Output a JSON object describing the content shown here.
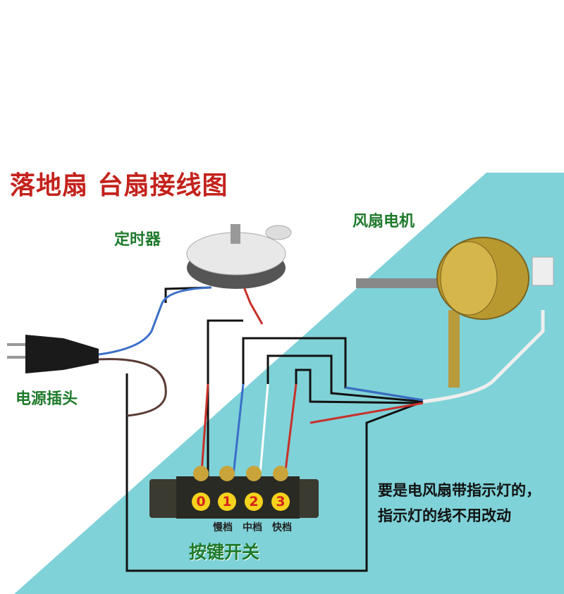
{
  "title": "落地扇 台扇接线图",
  "labels": {
    "timer": "定时器",
    "motor": "风扇电机",
    "plug": "电源插头",
    "switch": "按键开关"
  },
  "switch": {
    "buttons": [
      "0",
      "1",
      "2",
      "3"
    ],
    "speeds": [
      "慢档",
      "中档",
      "快档"
    ]
  },
  "note": "要是电风扇带指示灯的，指示灯的线不用改动",
  "colors": {
    "background_accent": "#7fd2d8",
    "title": "#c4221c",
    "labels": "#1f7a2c",
    "wire_red": "#c8302a",
    "wire_blue": "#3a6fc8",
    "wire_brown": "#5a3a34",
    "wire_black": "#111111",
    "wire_white": "#ffffff"
  }
}
